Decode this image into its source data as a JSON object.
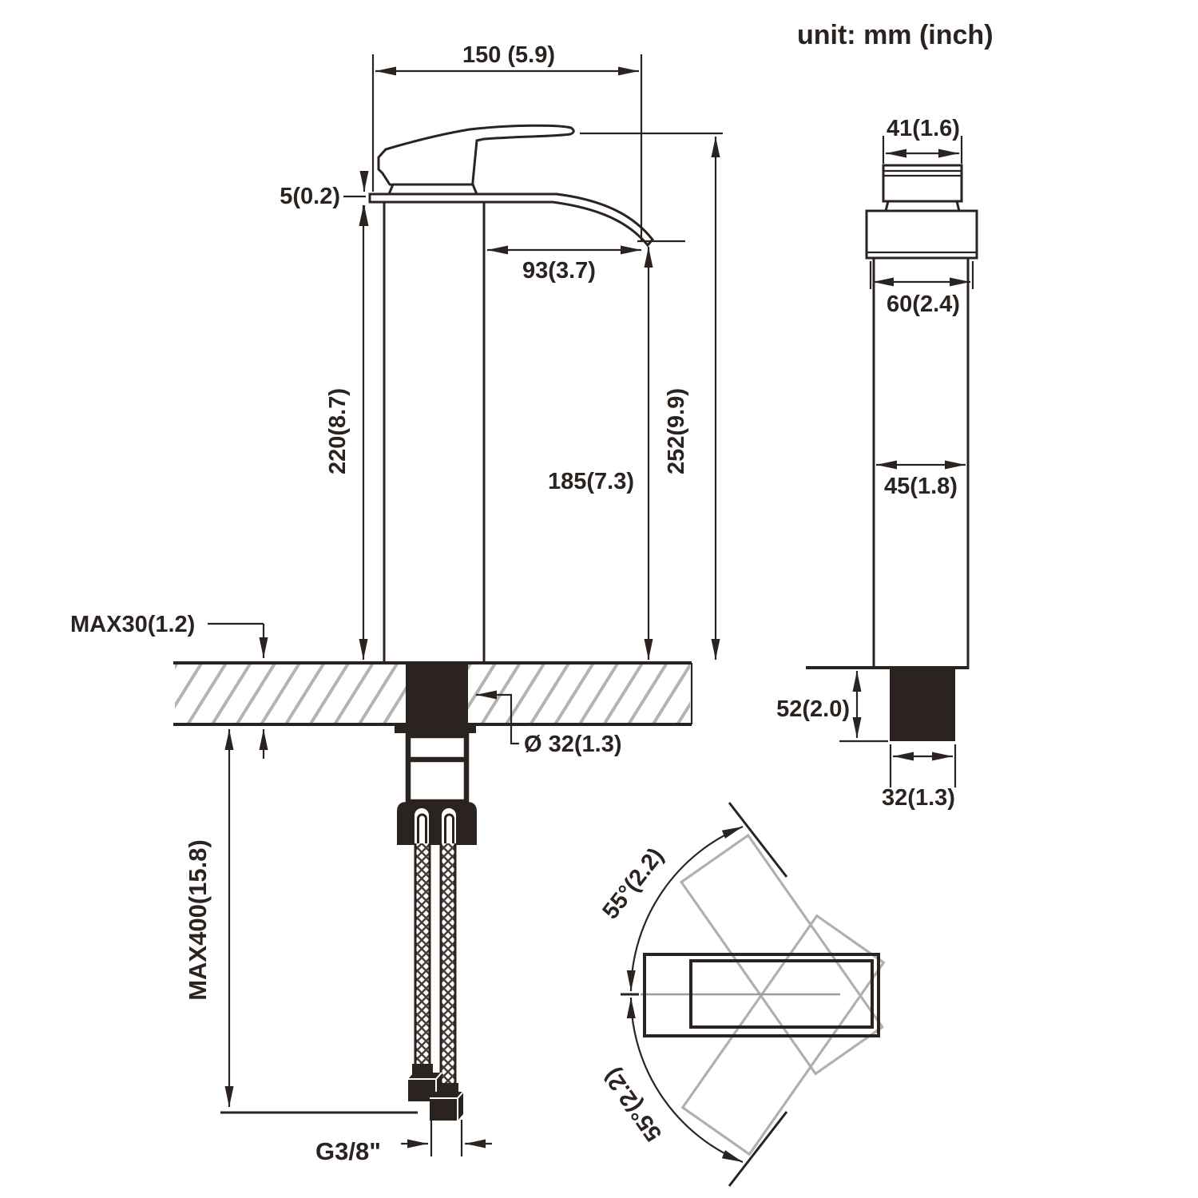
{
  "title": {
    "unit_label": "unit: mm (inch)"
  },
  "colors": {
    "line": "#2b2320",
    "hatch": "#b3b3b3",
    "ghost_gray": "#b0b0b0"
  },
  "front_view": {
    "width_150": "150 (5.9)",
    "plate_5": "5(0.2)",
    "reach_93": "93(3.7)",
    "height_220": "220(8.7)",
    "height_185": "185(7.3)",
    "height_252": "252(9.9)",
    "counter_max30": "MAX30(1.2)",
    "hole_dia_32": "Ø 32(1.3)",
    "hose_max400": "MAX400(15.8)",
    "thread_g38": "G3/8\""
  },
  "side_view": {
    "width_41": "41(1.6)",
    "width_60": "60(2.4)",
    "width_45": "45(1.8)",
    "shank_52": "52(2.0)",
    "shank_32": "32(1.3)"
  },
  "top_view": {
    "swing_upper_55": "55°(2.2)",
    "swing_lower_55": "55°(2.2)"
  }
}
